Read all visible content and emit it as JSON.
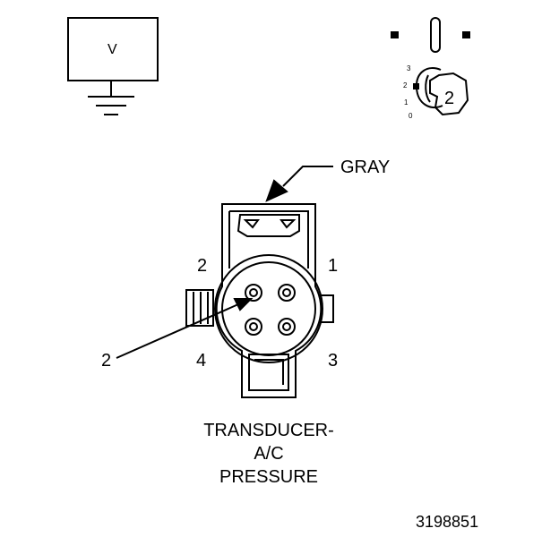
{
  "meter": {
    "label": "V"
  },
  "selector": {
    "positions": [
      "3",
      "2",
      "1",
      "0"
    ],
    "current": "2"
  },
  "connector": {
    "wire_color_label": "GRAY",
    "cavity_labels": {
      "c1": "1",
      "c2": "2",
      "c3": "3",
      "c4": "4"
    },
    "probe_label": "2"
  },
  "component": {
    "title_lines": [
      "TRANSDUCER-",
      "A/C",
      "PRESSURE"
    ]
  },
  "figure_id": "3198851"
}
